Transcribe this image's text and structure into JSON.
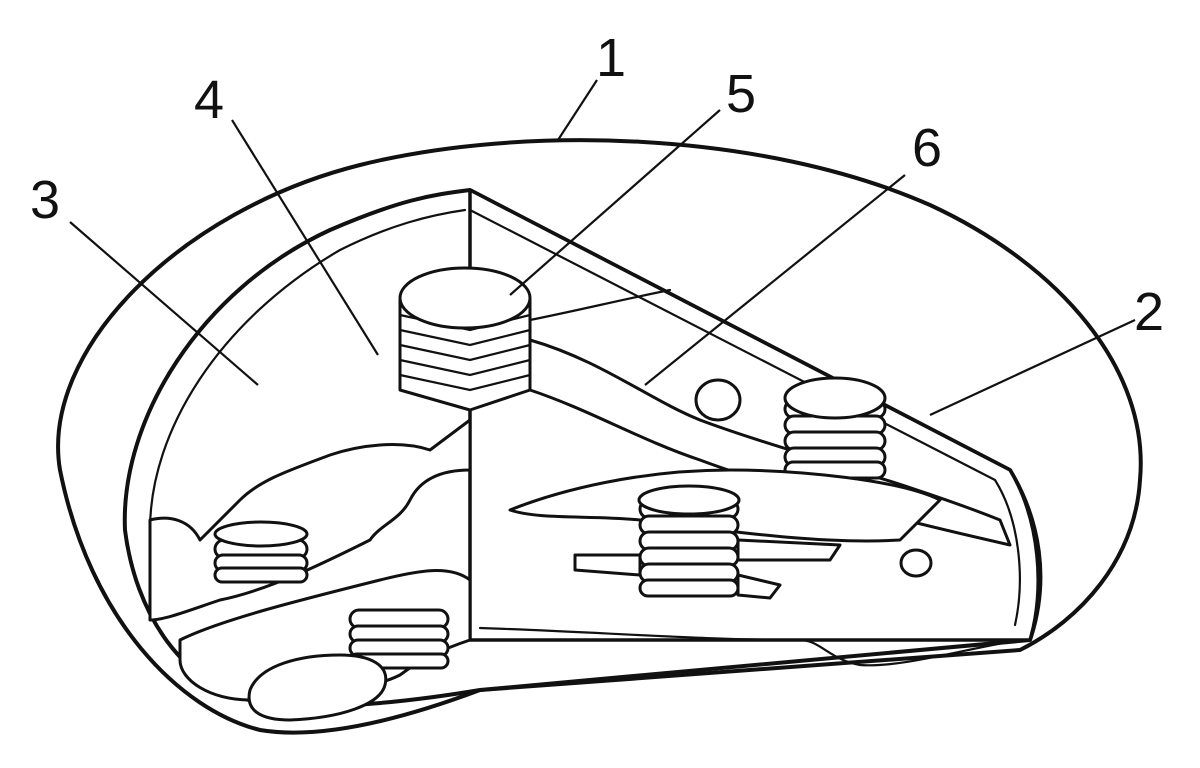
{
  "labels": [
    {
      "id": "1",
      "text": "1"
    },
    {
      "id": "2",
      "text": "2"
    },
    {
      "id": "3",
      "text": "3"
    },
    {
      "id": "4",
      "text": "4"
    },
    {
      "id": "5",
      "text": "5"
    },
    {
      "id": "6",
      "text": "6"
    }
  ],
  "colors": {
    "ink": "#111111",
    "paper": "#ffffff"
  }
}
